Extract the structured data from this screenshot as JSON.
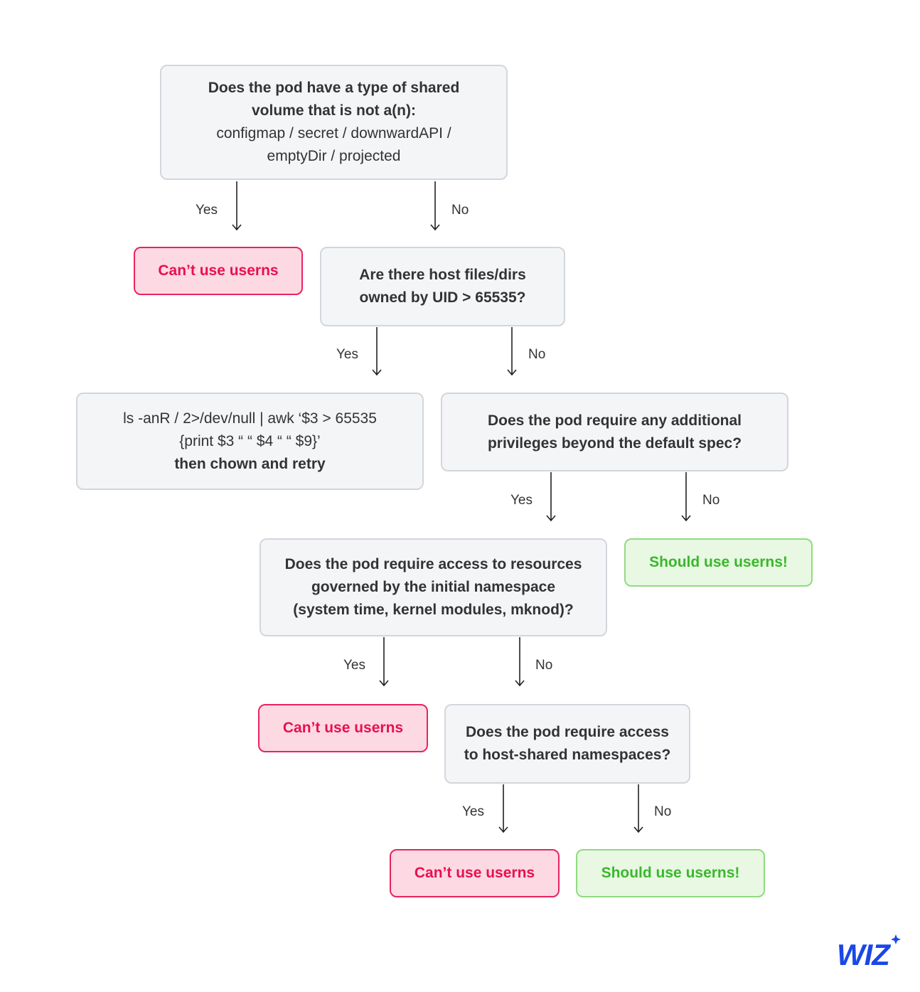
{
  "nodes": {
    "q1": {
      "line1": "Does the pod have a type of shared",
      "line2": "volume that is not a(n):",
      "line3": "configmap / secret / downwardAPI /",
      "line4": "emptyDir / projected"
    },
    "r1": "Can’t use userns",
    "q2": {
      "line1": "Are there host files/dirs",
      "line2": "owned by UID > 65535?"
    },
    "cmd": {
      "line1": "ls -anR / 2>/dev/null | awk ‘$3 > 65535",
      "line2": "{print $3 “ “ $4 “ “ $9}’",
      "line3": "then chown and retry"
    },
    "q3": {
      "line1": "Does the pod require any additional",
      "line2": "privileges beyond the default spec?"
    },
    "g1": "Should use userns!",
    "q4": {
      "line1": "Does the pod require access to resources",
      "line2": "governed by the initial namespace",
      "line3": "(system time, kernel modules, mknod)?"
    },
    "r2": "Can’t use userns",
    "q5": {
      "line1": "Does the pod require access",
      "line2": "to host-shared namespaces?"
    },
    "r3": "Can’t use userns",
    "g2": "Should use userns!"
  },
  "edges": {
    "q1_yes": "Yes",
    "q1_no": "No",
    "q2_yes": "Yes",
    "q2_no": "No",
    "q3_yes": "Yes",
    "q3_no": "No",
    "q4_yes": "Yes",
    "q4_no": "No",
    "q5_yes": "Yes",
    "q5_no": "No"
  },
  "logo": {
    "text": "WIZ",
    "color": "#1a47e8"
  },
  "colors": {
    "cant_text": "#e8104e",
    "should_text": "#39b82a"
  }
}
